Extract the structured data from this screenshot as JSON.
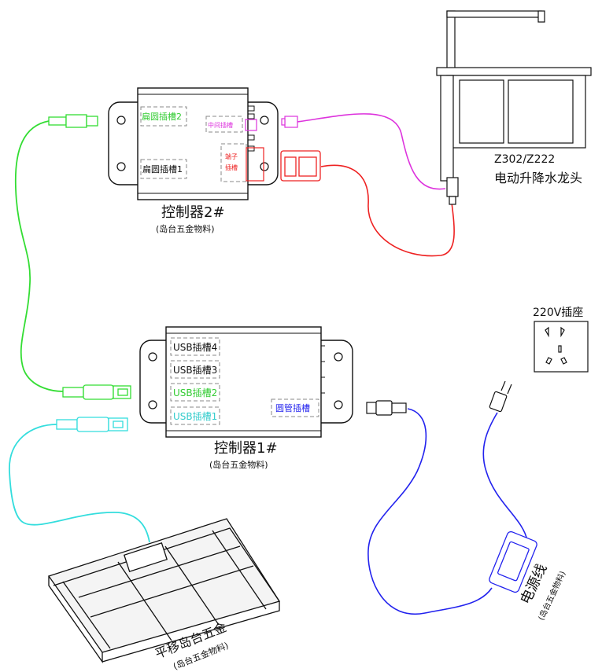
{
  "controller2": {
    "title": "控制器2#",
    "subtitle": "(岛台五金物料)",
    "slot_flat2": "扁圆插槽2",
    "slot_flat1": "扁圆插槽1",
    "slot_middle": "中间插槽",
    "slot_terminal_1": "端子",
    "slot_terminal_2": "插槽"
  },
  "controller1": {
    "title": "控制器1#",
    "subtitle": "(岛台五金物料)",
    "usb4": "USB插槽4",
    "usb3": "USB插槽3",
    "usb2": "USB插槽2",
    "usb1": "USB插槽1",
    "round_slot": "圆管插槽"
  },
  "faucet": {
    "model": "Z302/Z222",
    "name": "电动升降水龙头"
  },
  "socket": {
    "label": "220V插座"
  },
  "power_supply": {
    "title": "电源线",
    "subtitle": "(岛台五金物料)"
  },
  "island": {
    "title": "平移岛台五金",
    "subtitle": "(岛台五金物料)"
  },
  "colors": {
    "green": "#33dd33",
    "cyan": "#33dddd",
    "magenta": "#dd33dd",
    "red": "#ee2222",
    "blue": "#2222ee",
    "outline": "#111111",
    "dashed": "#888888"
  }
}
